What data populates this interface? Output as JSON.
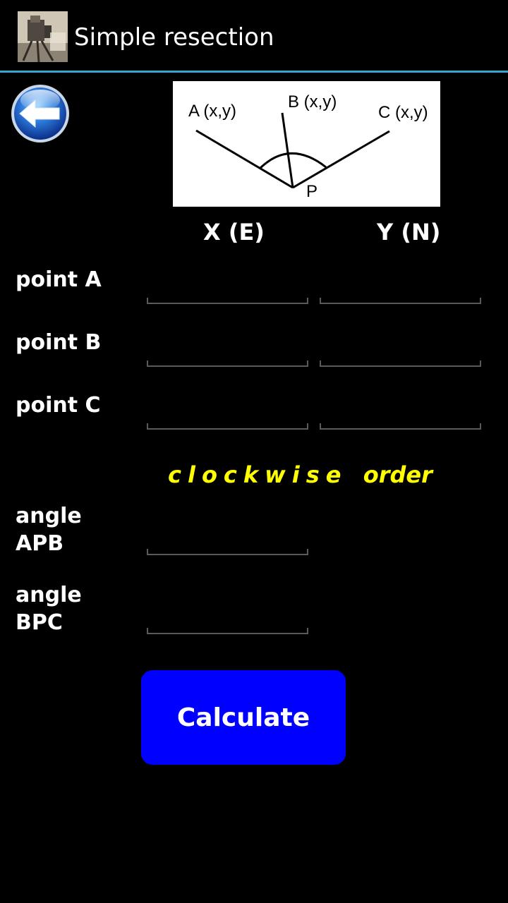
{
  "app": {
    "title": "Simple resection",
    "accent_color": "#3aa3d6",
    "icon": "surveying-instrument-icon"
  },
  "navigation": {
    "back_icon": "back-arrow-icon"
  },
  "diagram": {
    "label_a": "A (x,y)",
    "label_b": "B (x,y)",
    "label_c": "C (x,y)",
    "label_p": "P"
  },
  "columns": {
    "x_header": "X (E)",
    "y_header": "Y (N)"
  },
  "points": [
    {
      "label": "point A",
      "x_value": "",
      "y_value": ""
    },
    {
      "label": "point B",
      "x_value": "",
      "y_value": ""
    },
    {
      "label": "point C",
      "x_value": "",
      "y_value": ""
    }
  ],
  "note": {
    "spaced_word": "clockwise",
    "word": "order",
    "color": "#ffff00"
  },
  "angles": [
    {
      "label_line1": "angle",
      "label_line2": "APB",
      "value": ""
    },
    {
      "label_line1": "angle",
      "label_line2": "BPC",
      "value": ""
    }
  ],
  "calculate_button": {
    "label": "Calculate",
    "color": "#0000ff"
  }
}
